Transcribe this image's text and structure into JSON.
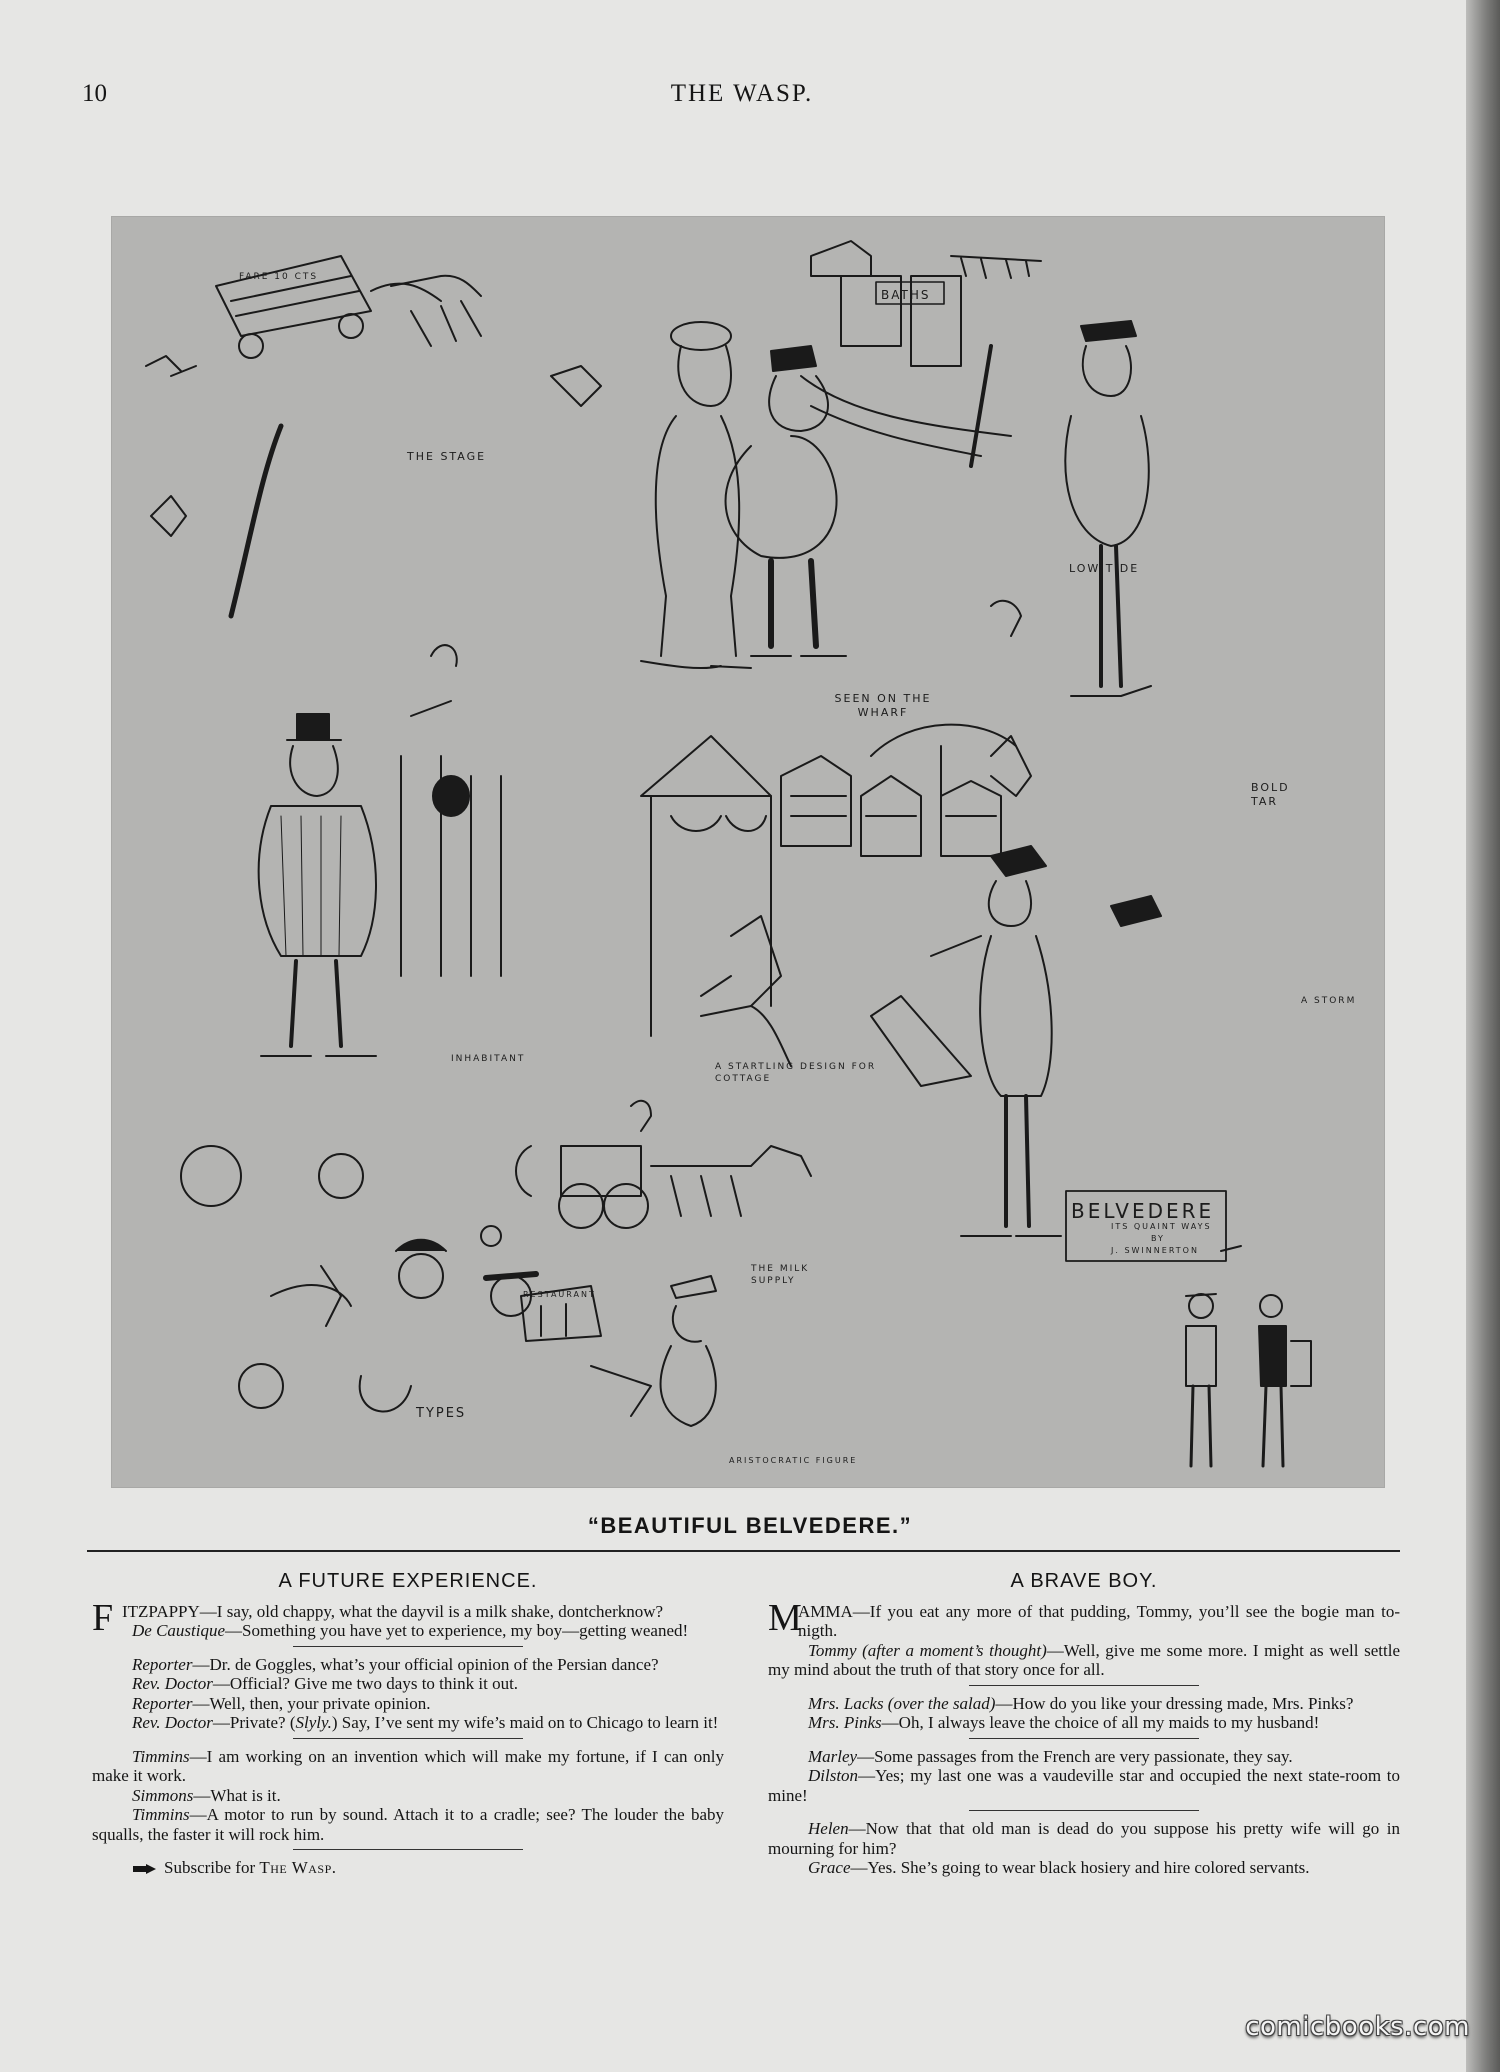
{
  "header": {
    "page_number": "10",
    "running_title": "THE WASP."
  },
  "illustration": {
    "captions": {
      "stage": "The Stage",
      "seen_on_wharf": "Seen on the wharf",
      "low_tide": "Low tide",
      "baths_sign": "BATHS",
      "bold_tar": "Bold tar",
      "inhabitant": "Inhabitant",
      "startling_design": "A startling design for cottage",
      "storm": "A storm",
      "milk_supply": "The milk supply",
      "restaurant": "Restaurant",
      "types": "Types",
      "aristocratic_figure": "Aristocratic figure",
      "belvedere_sign": "BELVEDERE",
      "belvedere_sub": "Its quaint ways",
      "belvedere_by": "by",
      "belvedere_author": "J. Swinnerton",
      "stage_sign": "Fare 10 cts"
    }
  },
  "title": "“BEAUTIFUL BELVEDERE.”",
  "left_column": {
    "heading": "A FUTURE EXPERIENCE.",
    "drop_cap": "F",
    "p1_rest": "ITZPAPPY—I say, old chappy, what the dayvil is a milk shake, dontcherknow?",
    "p2_speaker": "De Caustique",
    "p2_text": "—Something you have yet to experience, my boy—getting weaned!",
    "p3_speaker": "Reporter",
    "p3_text": "—Dr. de Goggles, what’s your official opinion of the Persian dance?",
    "p4_speaker": "Rev. Doctor",
    "p4_text": "—Official? Give me two days to think it out.",
    "p5_speaker": "Reporter",
    "p5_text": "—Well, then, your private opinion.",
    "p6_speaker": "Rev. Doctor",
    "p6_text_a": "—Private? (",
    "p6_slyly": "Slyly.",
    "p6_text_b": ") Say, I’ve sent my wife’s maid on to Chicago to learn it!",
    "p7_speaker": "Timmins",
    "p7_text": "—I am working on an invention which will make my fortune, if I can only make it work.",
    "p8_speaker": "Simmons",
    "p8_text": "—What is it.",
    "p9_speaker": "Timmins",
    "p9_text": "—A motor to run by sound. Attach it to a cradle; see? The louder the baby squalls, the faster it will rock him.",
    "subscribe_text": "Subscribe for ",
    "subscribe_paper": "The Wasp."
  },
  "right_column": {
    "heading": "A BRAVE BOY.",
    "drop_cap": "M",
    "p1_rest": "AMMA—If you eat any more of that pudding, Tommy, you’ll see the bogie man to-nigth.",
    "p2_speaker": "Tommy (after a moment’s thought)",
    "p2_text": "—Well, give me some more. I might as well settle my mind about the truth of that story once for all.",
    "p3_speaker": "Mrs. Lacks (over the salad)",
    "p3_text": "—How do you like your dressing made, Mrs. Pinks?",
    "p4_speaker": "Mrs. Pinks",
    "p4_text": "—Oh, I always leave the choice of all my maids to my husband!",
    "p5_speaker": "Marley",
    "p5_text": "—Some passages from the French are very passionate, they say.",
    "p6_speaker": "Dilston",
    "p6_text": "—Yes; my last one was a vaudeville star and occupied the next state-room to mine!",
    "p7_speaker": "Helen",
    "p7_text": "—Now that that old man is dead do you suppose his pretty wife will go in mourning for him?",
    "p8_speaker": "Grace",
    "p8_text": "—Yes. She’s going to wear black hosiery and hire colored servants."
  },
  "watermark": "comicbooks.com",
  "colors": {
    "paper": "#e6e6e4",
    "plate": "#b4b4b2",
    "ink": "#151515"
  }
}
